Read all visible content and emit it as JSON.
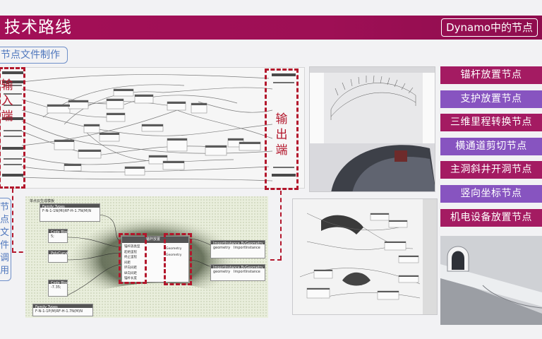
{
  "header": {
    "title": "技术路线",
    "right_label": "Dynamo中的节点"
  },
  "tags": {
    "top": "节点文件制作",
    "side": "节点文件调用"
  },
  "annotations": {
    "input": "输入端",
    "output": "输出端"
  },
  "nodes": [
    {
      "label": "锚杆放置节点",
      "color": "#a41b62"
    },
    {
      "label": "支护放置节点",
      "color": "#8754c0"
    },
    {
      "label": "三维里程转换节点",
      "color": "#a41b62"
    },
    {
      "label": "横通道剪切节点",
      "color": "#8754c0"
    },
    {
      "label": "主洞斜井开洞节点",
      "color": "#a41b62"
    },
    {
      "label": "竖向坐标节点",
      "color": "#8754c0"
    },
    {
      "label": "机电设备放置节点",
      "color": "#a41b62"
    }
  ],
  "graph_bottom": {
    "caption": "单点云生成模板",
    "family_types_1": "Family Types",
    "family_types_1_value": "F-N-1-1N(Mi)RF-H-1.7N(M)N",
    "family_type_port": "Family Type",
    "code_block_1": "Code Block",
    "code_block_1_value": "5;",
    "code_block_2": "Code Block",
    "code_block_2_value": "-7.35;",
    "code_block_2_value_b": "-7.35;",
    "polyline_label": "PolyCurve",
    "family_types_2": "Family Types",
    "family_types_2_value": "F-N-1-1P(M)RF-H-1.7N(M)N",
    "custom_node": "锚杆放置",
    "custom_inputs": [
      "锚杆族类型",
      "起始里程",
      "终止里程",
      "间距",
      "环向间距",
      "纵向间距",
      "锚杆长度"
    ],
    "custom_outputs": [
      "Geometry",
      "Geometry"
    ],
    "import_1": "ImportInstance.ByGeometry",
    "import_2": "ImportInstance.ByGeometry",
    "import_in": "geometry",
    "import_out": "ImportInstance"
  }
}
